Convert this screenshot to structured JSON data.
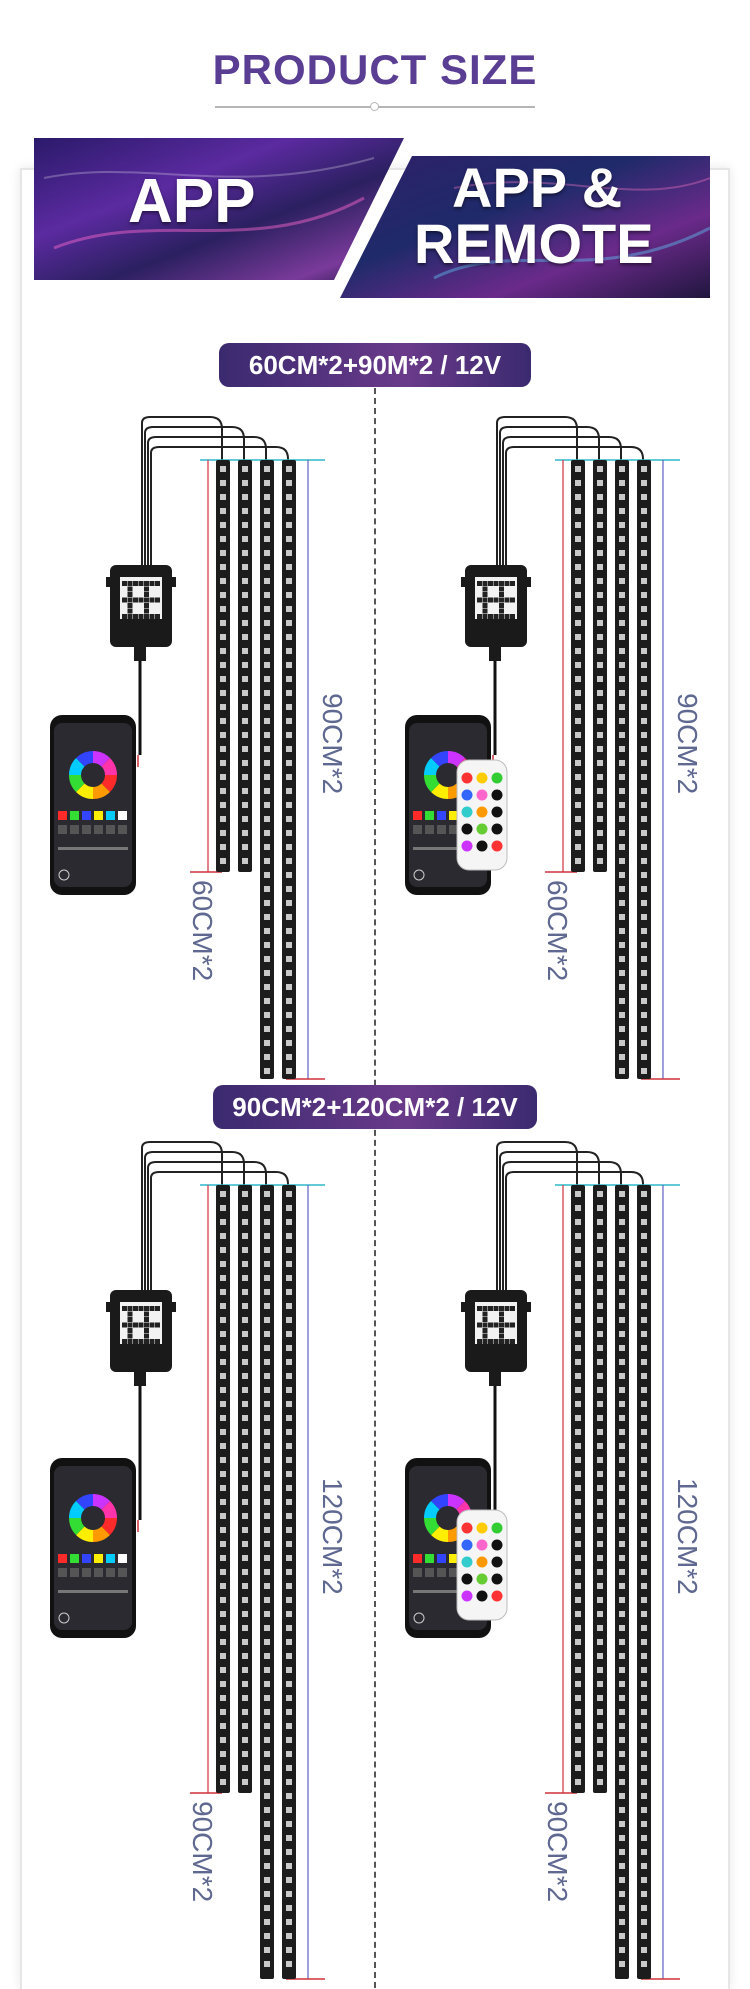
{
  "header": {
    "title": "PRODUCT SIZE"
  },
  "banner": {
    "left_label": "APP",
    "right_label_line1": "APP &",
    "right_label_line2": "REMOTE"
  },
  "sections": [
    {
      "spec": "60CM*2+90M*2 / 12V",
      "short_label": "60CM*2",
      "long_label": "90CM*2"
    },
    {
      "spec": "90CM*2+120CM*2 / 12V",
      "short_label": "90CM*2",
      "long_label": "120CM*2"
    }
  ],
  "colors": {
    "accent": "#5a3e93",
    "strip": "#1c1c1c",
    "dim_cyan": "#2fb8c8",
    "dim_red": "#d0303a",
    "dim_text": "#5f6890"
  }
}
